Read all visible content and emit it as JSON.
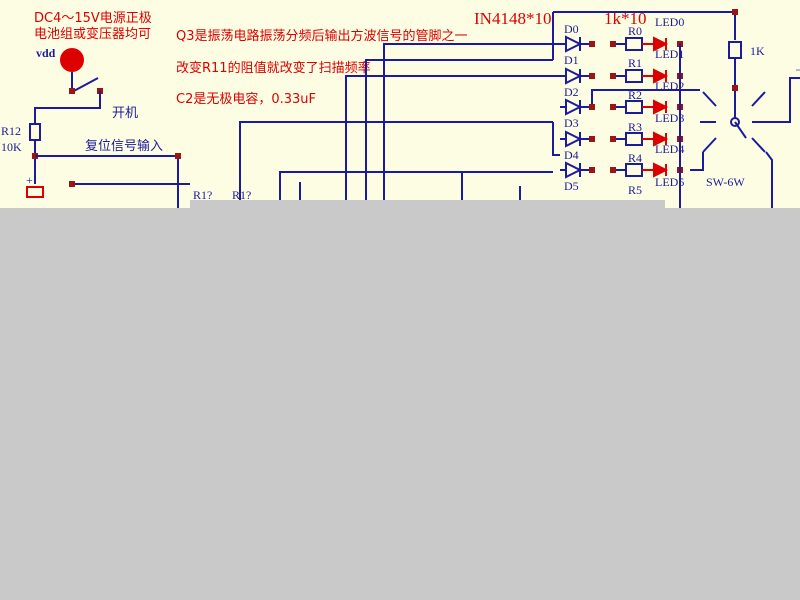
{
  "annotations": {
    "power_line1": "DC4～15V电源正极",
    "power_line2": "电池组或变压器均可",
    "note_q3": "Q3是振荡电路振荡分频后输出方波信号的管脚之一",
    "note_r11": "改变R11的阻值就改变了扫描频率",
    "note_c2": "C2是无极电容，0.33uF",
    "diode_spec": "IN4148*10",
    "resistor_spec": "1k*10"
  },
  "labels": {
    "vdd": "vdd",
    "power_switch": "开机",
    "r12": "R12",
    "r12_value": "10K",
    "reset_input": "复位信号输入",
    "r_top": "1K",
    "switch_name": "SW-6W",
    "r13_partial": "R1?",
    "r11_partial": "R1?",
    "plus_sign": "+"
  },
  "diodes": [
    "D0",
    "D1",
    "D2",
    "D3",
    "D4",
    "D5"
  ],
  "resistors": [
    "R0",
    "R1",
    "R2",
    "R3",
    "R4",
    "R5"
  ],
  "leds": [
    "LED0",
    "LED1",
    "LED2",
    "LED3",
    "LED4",
    "LED5"
  ]
}
